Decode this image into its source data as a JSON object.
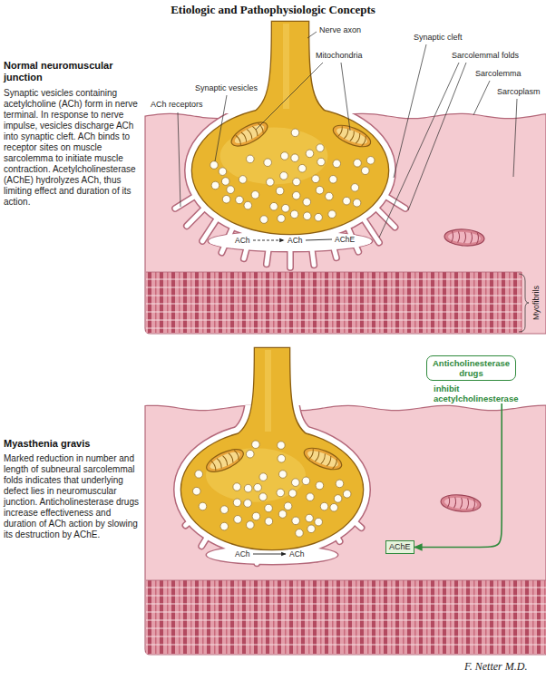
{
  "diagram": {
    "title": "Etiologic and Pathophysiologic Concepts",
    "nodes": [
      {
        "text": [
          "Anticholinesterase drugs",
          "inhibit acetylcholinesterase"
        ]
      },
      {
        "text": [
          "AChE"
        ]
      }
    ],
    "edges": [
      {
        "from": 0,
        "to": 1,
        "arrow": "to"
      }
    ],
    "labels": [
      "Normal neuromuscular junction",
      "Synaptic vesicles containing acetylcholine (ACh) form in nerve terminal. In response to nerve impulse, vesicles discharge ACh into synaptic cleft. ACh binds to receptor sites on muscle sarcolemma to initiate muscle contraction. Acetylcholinesterase (AChE) hydrolyzes ACh, thus limiting effect and duration of its action.",
      "Myasthenia gravis",
      "Marked reduction in number and length of subneural sarcolemmal folds indicates that underlying defect lies in neuromuscular junction. Anticholinesterase drugs increase effectiveness and duration of ACh action by slowing its destruction by AChE.",
      "Nerve axon",
      "Mitochondria",
      "Synaptic vesicles",
      "ACh receptors",
      "Synaptic cleft",
      "Sarcolemmal folds",
      "Sarcolemma",
      "Sarcoplasm",
      "Myofibrils",
      "ACh",
      "ACh",
      "AChE",
      "ACh",
      "ACh",
      "F. Netter M.D."
    ]
  }
}
